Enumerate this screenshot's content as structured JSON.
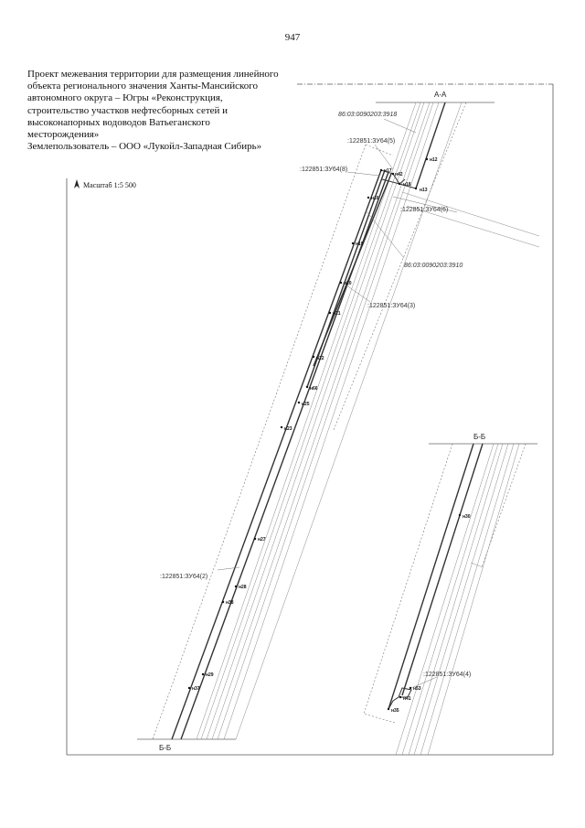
{
  "page_number": "947",
  "title_lines": [
    "Проект межевания территории для размещения линейного",
    "объекта регионального значения Ханты-Мансийского",
    "автономного округа – Югры «Реконструкция,",
    "строительство участков нефтесборных сетей и",
    "высоконапорных водоводов Ватьеганского",
    "месторождения»",
    "Землепользователь – ООО «Лукойл-Западная Сибирь»"
  ],
  "scale": "Масштаб 1:5 500",
  "sections": {
    "aa": "А-А",
    "bb_bottom": "Б-Б",
    "bb_top": "Б-Б"
  },
  "parcel_labels": {
    "p3918": "86:03:0090203:3918",
    "zu5": ":122851:ЗУ64(5)",
    "zu8": ":122851:ЗУ64(8)",
    "zu6": ":122851:ЗУ64(6)",
    "p3910": "86:03:0090203:3910",
    "zu3": ":122851:ЗУ64(3)",
    "zu2": ":122851:ЗУ64(2)",
    "zu4": ":122851:ЗУ64(4)"
  },
  "points": {
    "n12": "н12",
    "n17": "н17",
    "n42": "н42",
    "n18": "н18",
    "n13": "н13",
    "n16": "н16",
    "n19": "н19",
    "n20": "н20",
    "n21": "н21",
    "n22": "н22",
    "n66": "н66",
    "n25": "н25",
    "n23": "н23",
    "n27": "н27",
    "n28": "н28",
    "n38": "н38",
    "n29": "н29",
    "n37": "н37",
    "n30": "н30",
    "n53": "н53",
    "n41": "н41",
    "n35": "н35"
  }
}
